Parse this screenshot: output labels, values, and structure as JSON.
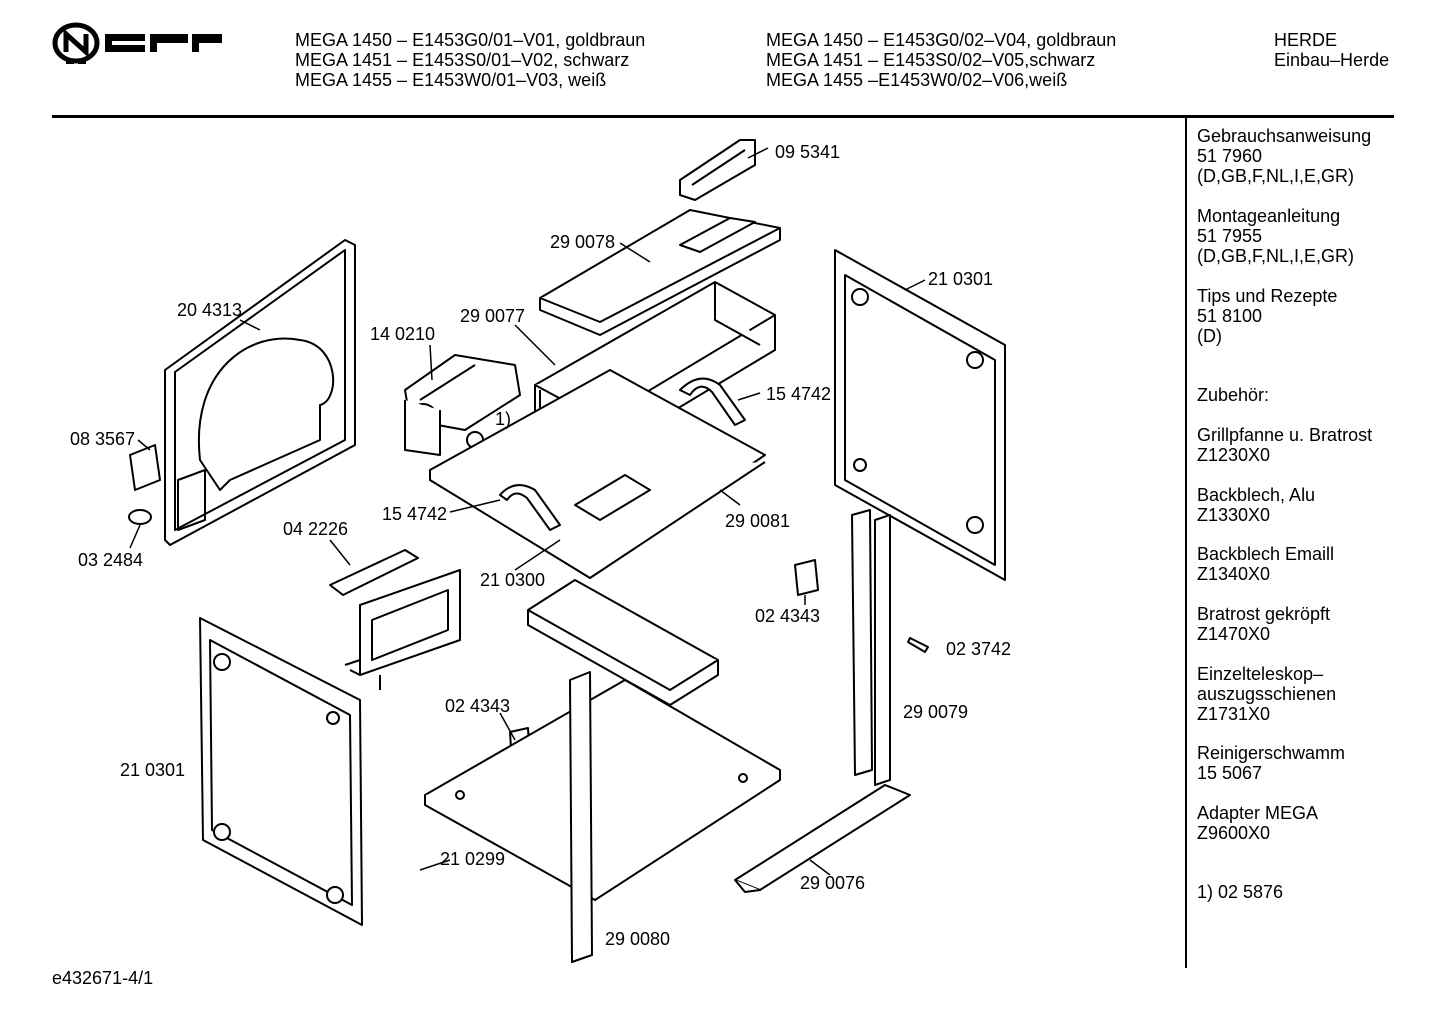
{
  "brand": "NEFF",
  "header": {
    "col1": [
      "MEGA 1450 – E1453G0/01–V01, goldbraun",
      "MEGA 1451 – E1453S0/01–V02, schwarz",
      "MEGA 1455 – E1453W0/01–V03, weiß"
    ],
    "col2": [
      "MEGA 1450 – E1453G0/02–V04, goldbraun",
      "MEGA 1451 – E1453S0/02–V05,schwarz",
      "MEGA 1455 –E1453W0/02–V06,weiß"
    ],
    "col3": [
      "HERDE",
      "Einbau–Herde"
    ]
  },
  "sidebar": {
    "groups": [
      {
        "lines": [
          "Gebrauchsanweisung",
          "51 7960",
          "(D,GB,F,NL,I,E,GR)"
        ]
      },
      {
        "lines": [
          "Montageanleitung",
          "51 7955",
          "(D,GB,F,NL,I,E,GR)"
        ]
      },
      {
        "lines": [
          "Tips und Rezepte",
          "51 8100",
          "(D)"
        ]
      },
      {
        "lines": [
          "Zubehör:"
        ]
      },
      {
        "lines": [
          "Grillpfanne u. Bratrost",
          "Z1230X0"
        ]
      },
      {
        "lines": [
          "Backblech, Alu",
          "Z1330X0"
        ]
      },
      {
        "lines": [
          "Backblech Emaill",
          "Z1340X0"
        ]
      },
      {
        "lines": [
          "Bratrost gekröpft",
          "Z1470X0"
        ]
      },
      {
        "lines": [
          "Einzelteleskop–",
          "auszugsschienen",
          "Z1731X0"
        ]
      },
      {
        "lines": [
          "Reinigerschwamm",
          "15 5067"
        ]
      },
      {
        "lines": [
          "Adapter MEGA",
          "Z9600X0"
        ]
      },
      {
        "lines": [
          "1) 02 5876"
        ]
      }
    ]
  },
  "parts": [
    {
      "id": "p1",
      "label": "09 5341"
    },
    {
      "id": "p2",
      "label": "29 0078"
    },
    {
      "id": "p3",
      "label": "21 0301"
    },
    {
      "id": "p4",
      "label": "20 4313"
    },
    {
      "id": "p5",
      "label": "14 0210"
    },
    {
      "id": "p6",
      "label": "29 0077"
    },
    {
      "id": "p7",
      "label": "15 4742"
    },
    {
      "id": "p8",
      "label": "1)"
    },
    {
      "id": "p9",
      "label": "08 3567"
    },
    {
      "id": "p10",
      "label": "15 4742"
    },
    {
      "id": "p11",
      "label": "29 0081"
    },
    {
      "id": "p12",
      "label": "04 2226"
    },
    {
      "id": "p13",
      "label": "03 2484"
    },
    {
      "id": "p14",
      "label": "21 0300"
    },
    {
      "id": "p15",
      "label": "02 4343"
    },
    {
      "id": "p16",
      "label": "02 3742"
    },
    {
      "id": "p17",
      "label": "29 0079"
    },
    {
      "id": "p18",
      "label": "02 4343"
    },
    {
      "id": "p19",
      "label": "21 0301"
    },
    {
      "id": "p20",
      "label": "21 0299"
    },
    {
      "id": "p21",
      "label": "29 0076"
    },
    {
      "id": "p22",
      "label": "29 0080"
    }
  ],
  "footer": {
    "code": "e432671-4/1"
  }
}
